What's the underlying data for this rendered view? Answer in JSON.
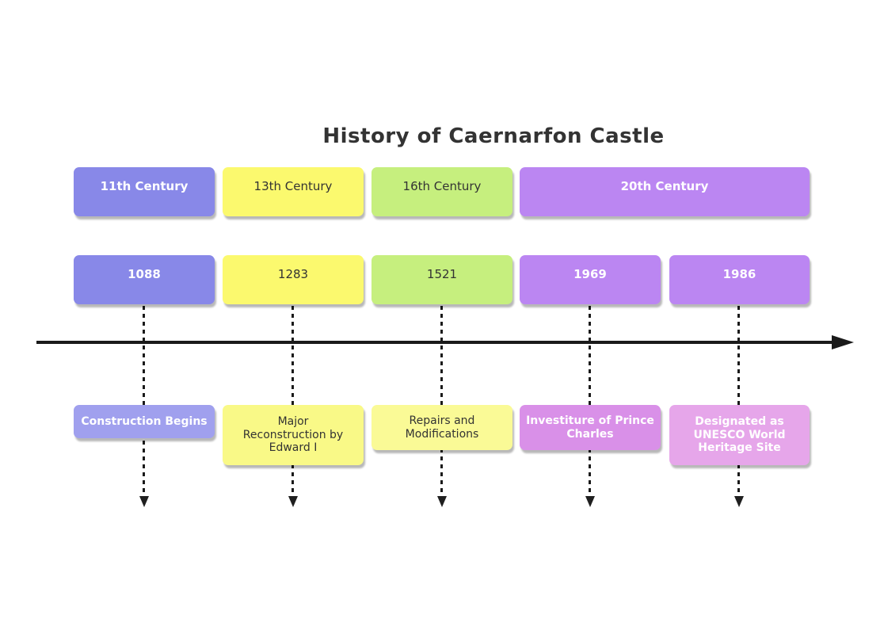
{
  "title": "History of Caernarfon Castle",
  "axis_color": "#1a1a1a",
  "sections": [
    {
      "label": "11th Century",
      "bg": "#8888e8",
      "fg": "#ffffff"
    },
    {
      "label": "13th Century",
      "bg": "#fbf96e",
      "fg": "#333333"
    },
    {
      "label": "16th Century",
      "bg": "#c6ef7e",
      "fg": "#333333"
    },
    {
      "label": "20th Century",
      "bg": "#bb86f2",
      "fg": "#ffffff"
    }
  ],
  "periods": [
    {
      "label": "1088",
      "bg": "#8888e8",
      "fg": "#ffffff"
    },
    {
      "label": "1283",
      "bg": "#fbf96e",
      "fg": "#333333"
    },
    {
      "label": "1521",
      "bg": "#c6ef7e",
      "fg": "#333333"
    },
    {
      "label": "1969",
      "bg": "#bb86f2",
      "fg": "#ffffff"
    },
    {
      "label": "1986",
      "bg": "#bb86f2",
      "fg": "#ffffff"
    }
  ],
  "events": [
    {
      "label": "Construction Begins",
      "bg": "#a0a0ee",
      "fg": "#ffffff"
    },
    {
      "label": "Major\nReconstruction by\nEdward I",
      "bg": "#f9f987",
      "fg": "#333333"
    },
    {
      "label": "Repairs and\nModifications",
      "bg": "#fafa96",
      "fg": "#333333"
    },
    {
      "label": "Investiture of Prince\nCharles",
      "bg": "#d990e8",
      "fg": "#ffffff"
    },
    {
      "label": "Designated as\nUNESCO World\nHeritage Site",
      "bg": "#e6a6ea",
      "fg": "#ffffff"
    }
  ]
}
